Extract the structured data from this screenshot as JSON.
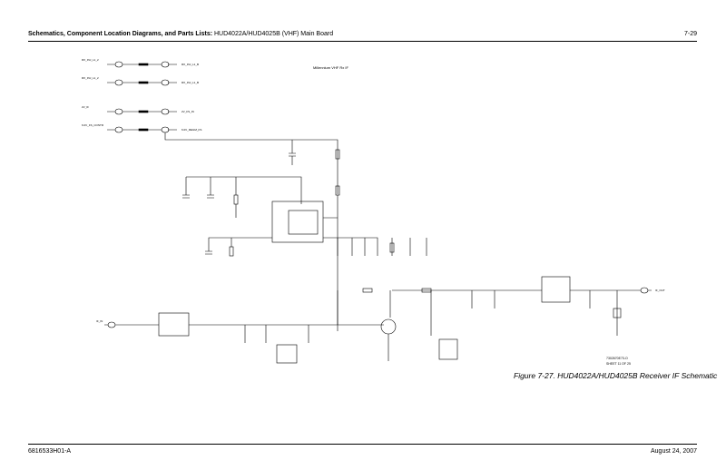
{
  "header": {
    "section": "Schematics, Component Location Diagrams, and Parts Lists:",
    "title": "HUD4022A/HUD4025B (VHF) Main Board",
    "page": "7-29"
  },
  "schematic": {
    "title": "Millennium VHF Rx IF",
    "connectors_left": [
      "RX_INJ_L1_2",
      "RX_INJ_L1_2",
      "2V_IF",
      "6.0V_FS_CONTR"
    ],
    "connectors_right": [
      "RX_INJ_L1_B",
      "RX_INJ_L1_B",
      "2V_FS_IN",
      "6.0V_REGM_FS"
    ],
    "input_label": "IF_IN",
    "output_label": "IF_OUT",
    "doc_number": "7302670E73-O",
    "sheet": "SHEET 11 OF 25"
  },
  "caption": "Figure 7-27. HUD4022A/HUD4025B Receiver IF Schematic",
  "footer": {
    "doc": "6816533H01-A",
    "date": "August 24, 2007"
  }
}
